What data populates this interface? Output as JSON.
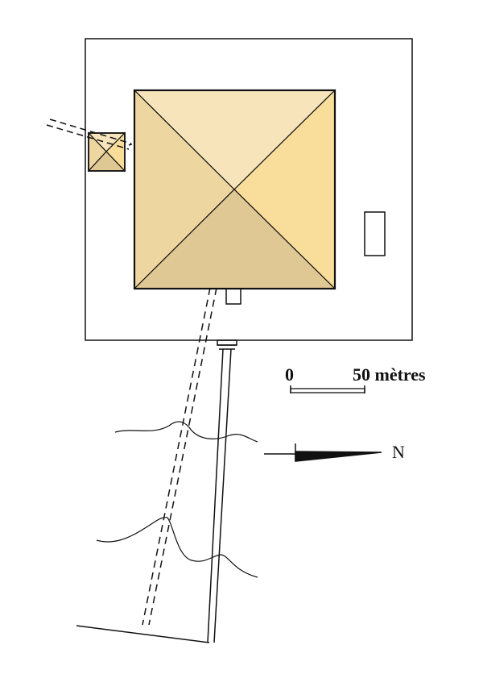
{
  "scale": {
    "zero_label": "0",
    "end_label": "50 mètres"
  },
  "north": {
    "label": "N"
  },
  "colors": {
    "face_north": "#f8e4bb",
    "face_east": "#f9dd9b",
    "face_west": "#eed6a0",
    "face_south": "#e0c894",
    "line": "#111111"
  }
}
